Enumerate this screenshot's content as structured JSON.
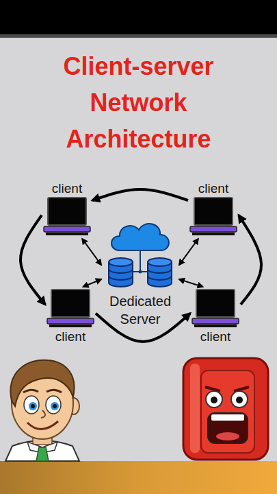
{
  "diagram": {
    "title": "Client-server Network Architecture",
    "nodes": [
      {
        "text": [
          "client"
        ]
      },
      {
        "text": [
          "client"
        ]
      },
      {
        "text": [
          "Dedicated Server"
        ]
      },
      {
        "text": [
          "client"
        ]
      },
      {
        "text": [
          "client"
        ]
      }
    ],
    "edges": [
      {
        "from": 1,
        "to": 0,
        "arrow": "to"
      },
      {
        "from": 0,
        "to": 3,
        "arrow": "to"
      },
      {
        "from": 3,
        "to": 4,
        "arrow": "to"
      },
      {
        "from": 4,
        "to": 1,
        "arrow": "to"
      },
      {
        "from": 0,
        "to": 2,
        "arrow": "both"
      },
      {
        "from": 1,
        "to": 2,
        "arrow": "both"
      },
      {
        "from": 3,
        "to": 2,
        "arrow": "both"
      },
      {
        "from": 4,
        "to": 2,
        "arrow": "both"
      }
    ]
  }
}
